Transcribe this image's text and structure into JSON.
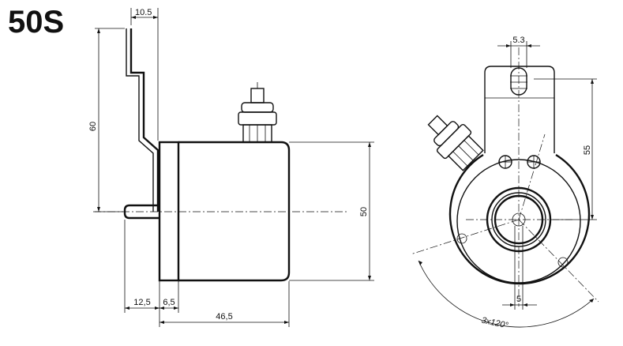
{
  "title": "50S",
  "dimensions": {
    "flange_offset": "10.5",
    "bracket_height": "60",
    "body_height": "50",
    "shaft_length": "12,5",
    "flange_thickness": "6,5",
    "body_length": "46,5",
    "slot_width": "5.3",
    "tether_height": "55",
    "bore_offset": "5",
    "hole_pattern": "3x120°"
  }
}
